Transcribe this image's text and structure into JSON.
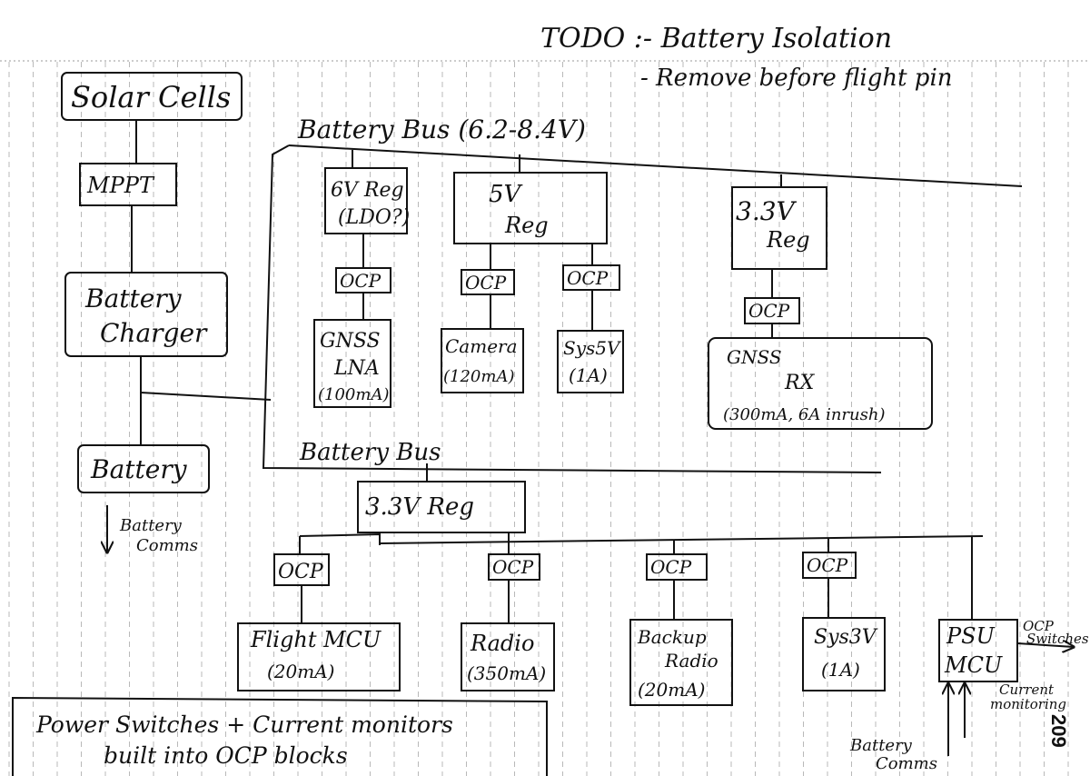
{
  "notes": {
    "todo_title": "TODO :- Battery Isolation",
    "todo_item": "- Remove before flight pin",
    "power_note_line1": "Power Switches + Current monitors",
    "power_note_line2": "built into OCP blocks",
    "page_number": "209"
  },
  "chain": {
    "solar": "Solar Cells",
    "mppt": "MPPT",
    "charger_line1": "Battery",
    "charger_line2": "Charger",
    "battery": "Battery",
    "battery_comms_line1": "Battery",
    "battery_comms_line2": "Comms"
  },
  "upper_bus": {
    "label": "Battery Bus (6.2-8.4V)",
    "reg6_line1": "6V Reg",
    "reg6_line2": "(LDO?)",
    "reg5_line1": "5V",
    "reg5_line2": "Reg",
    "reg33_line1": "3.3V",
    "reg33_line2": "Reg",
    "ocp": "OCP",
    "gnss_lna_line1": "GNSS",
    "gnss_lna_line2": "LNA",
    "gnss_lna_line3": "(100mA)",
    "camera_line1": "Camera",
    "camera_line2": "(120mA)",
    "sys5v_line1": "Sys5V",
    "sys5v_line2": "(1A)",
    "gnss_rx_line1": "GNSS",
    "gnss_rx_line2": "RX",
    "gnss_rx_line3": "(300mA, 6A inrush)"
  },
  "lower_bus": {
    "label": "Battery Bus",
    "reg33_label": "3.3V Reg",
    "ocp": "OCP",
    "flight_mcu_line1": "Flight MCU",
    "flight_mcu_line2": "(20mA)",
    "radio_line1": "Radio",
    "radio_line2": "(350mA)",
    "backup_radio_line1": "Backup",
    "backup_radio_line2": "Radio",
    "backup_radio_line3": "(20mA)",
    "sys3v_line1": "Sys3V",
    "sys3v_line2": "(1A)",
    "psu_line1": "PSU",
    "psu_line2": "MCU",
    "ocp_switches_line1": "OCP",
    "ocp_switches_line2": "Switches",
    "current_monitoring_line1": "Current",
    "current_monitoring_line2": "monitoring",
    "psu_battery_comms_line1": "Battery",
    "psu_battery_comms_line2": "Comms"
  }
}
